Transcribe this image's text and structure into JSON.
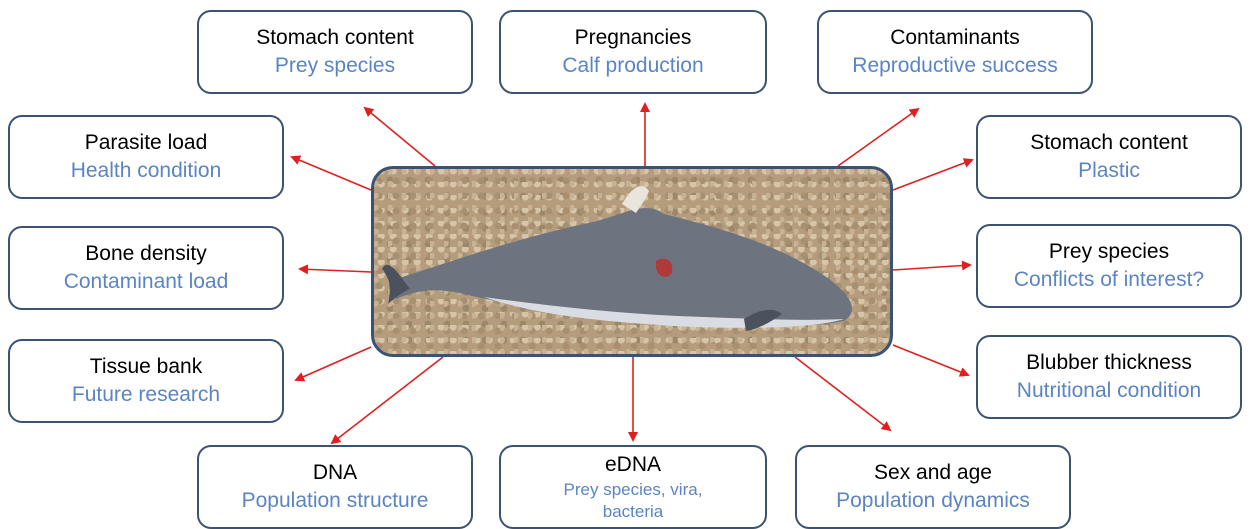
{
  "colors": {
    "box_border": "#3c5272",
    "title_text": "#000000",
    "subtitle_text": "#5b84c4",
    "arrow": "#e02020"
  },
  "image": {
    "subject": "stranded-porpoise-photo"
  },
  "nodes": [
    {
      "id": "stomach-prey",
      "title": "Stomach content",
      "subtitle": "Prey species"
    },
    {
      "id": "pregnancies",
      "title": "Pregnancies",
      "subtitle": "Calf production"
    },
    {
      "id": "contaminants",
      "title": "Contaminants",
      "subtitle": "Reproductive success"
    },
    {
      "id": "parasite",
      "title": "Parasite load",
      "subtitle": "Health condition"
    },
    {
      "id": "stomach-plastic",
      "title": "Stomach content",
      "subtitle": "Plastic"
    },
    {
      "id": "bone",
      "title": "Bone density",
      "subtitle": "Contaminant load"
    },
    {
      "id": "prey",
      "title": "Prey species",
      "subtitle": "Conflicts of interest?"
    },
    {
      "id": "tissue",
      "title": "Tissue bank",
      "subtitle": "Future research"
    },
    {
      "id": "blubber",
      "title": "Blubber thickness",
      "subtitle": "Nutritional condition"
    },
    {
      "id": "dna",
      "title": "DNA",
      "subtitle": "Population structure"
    },
    {
      "id": "edna",
      "title": "eDNA",
      "subtitle": "Prey species, vira, bacteria"
    },
    {
      "id": "sexage",
      "title": "Sex and age",
      "subtitle": "Population dynamics"
    }
  ]
}
